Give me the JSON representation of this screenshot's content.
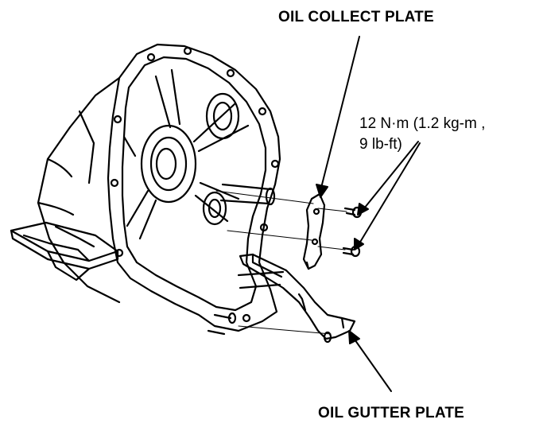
{
  "labels": {
    "oil_collect_plate": "OIL COLLECT PLATE",
    "torque_line1": "12 N·m (1.2 kg-m ,",
    "torque_line2": "9 lb-ft)",
    "oil_gutter_plate": "OIL GUTTER PLATE"
  },
  "colors": {
    "ink": "#000000",
    "paper": "#ffffff"
  }
}
